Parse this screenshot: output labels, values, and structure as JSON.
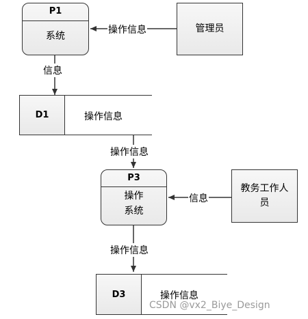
{
  "processes": {
    "p1": {
      "id": "P1",
      "name": "系统"
    },
    "p3": {
      "id": "P3",
      "name_line1": "操作",
      "name_line2": "系统"
    }
  },
  "entities": {
    "admin": {
      "label": "管理员"
    },
    "staff": {
      "label_line1": "教务工作人",
      "label_line2": "员"
    }
  },
  "stores": {
    "d1": {
      "id": "D1",
      "label": "操作信息"
    },
    "d3": {
      "id": "D3",
      "label": "操作信息"
    }
  },
  "flows": {
    "admin_to_p1": "操作信息",
    "p1_to_d1": "信息",
    "d1_to_p3": "操作信息",
    "staff_to_p3": "信息",
    "p3_to_d3": "操作信息"
  },
  "watermark": "CSDN @vx2_Biye_Design"
}
